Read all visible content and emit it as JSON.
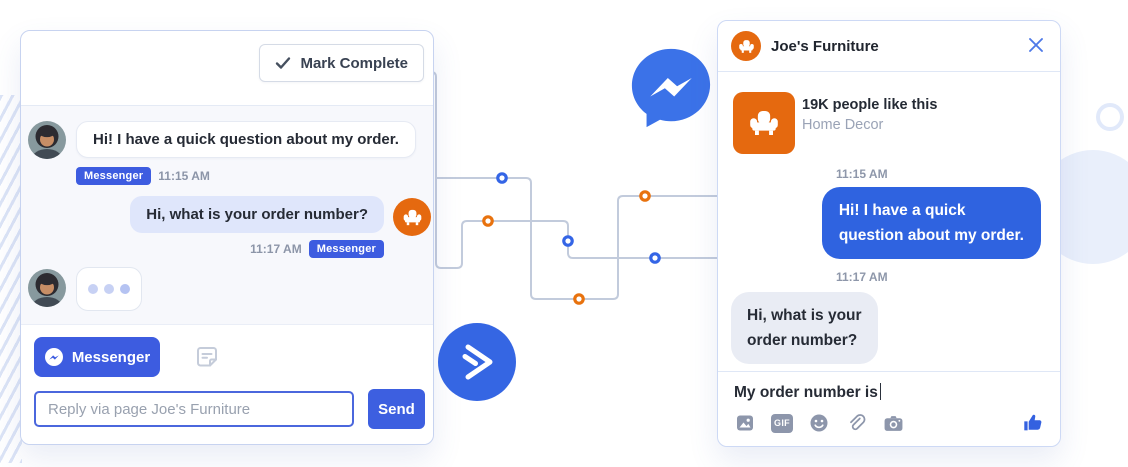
{
  "colors": {
    "brand_blue": "#3D5CE0",
    "messenger_logo_blue": "#3B72E8",
    "customer_bubble_blue": "#2F63E0",
    "brand_orange": "#E5690F",
    "connector_gray": "#C2CBDC",
    "node_blue": "#3465E6",
    "node_orange": "#E8720E",
    "outgoing_bubble": "#DFE6FB",
    "gray_bubble": "#E9ECF4"
  },
  "left_card": {
    "mark_complete_label": "Mark Complete",
    "channel_badge": "Messenger",
    "msg_incoming": "Hi! I have a quick question about my order.",
    "msg_incoming_time": "11:15 AM",
    "msg_outgoing": "Hi, what is your order number?",
    "msg_outgoing_time": "11:17 AM",
    "composer": {
      "channel_button_label": "Messenger",
      "placeholder": "Reply via page Joe's Furniture",
      "send_label": "Send"
    }
  },
  "right_card": {
    "title": "Joe's Furniture",
    "page_likes": "19K people like this",
    "page_category": "Home Decor",
    "time_1": "11:15 AM",
    "msg_customer": "Hi! I have a quick\nquestion about my order.",
    "time_2": "11:17 AM",
    "msg_page": "Hi, what is your\norder number?",
    "composer_text": "My order number is",
    "gif_icon_label": "GIF"
  }
}
